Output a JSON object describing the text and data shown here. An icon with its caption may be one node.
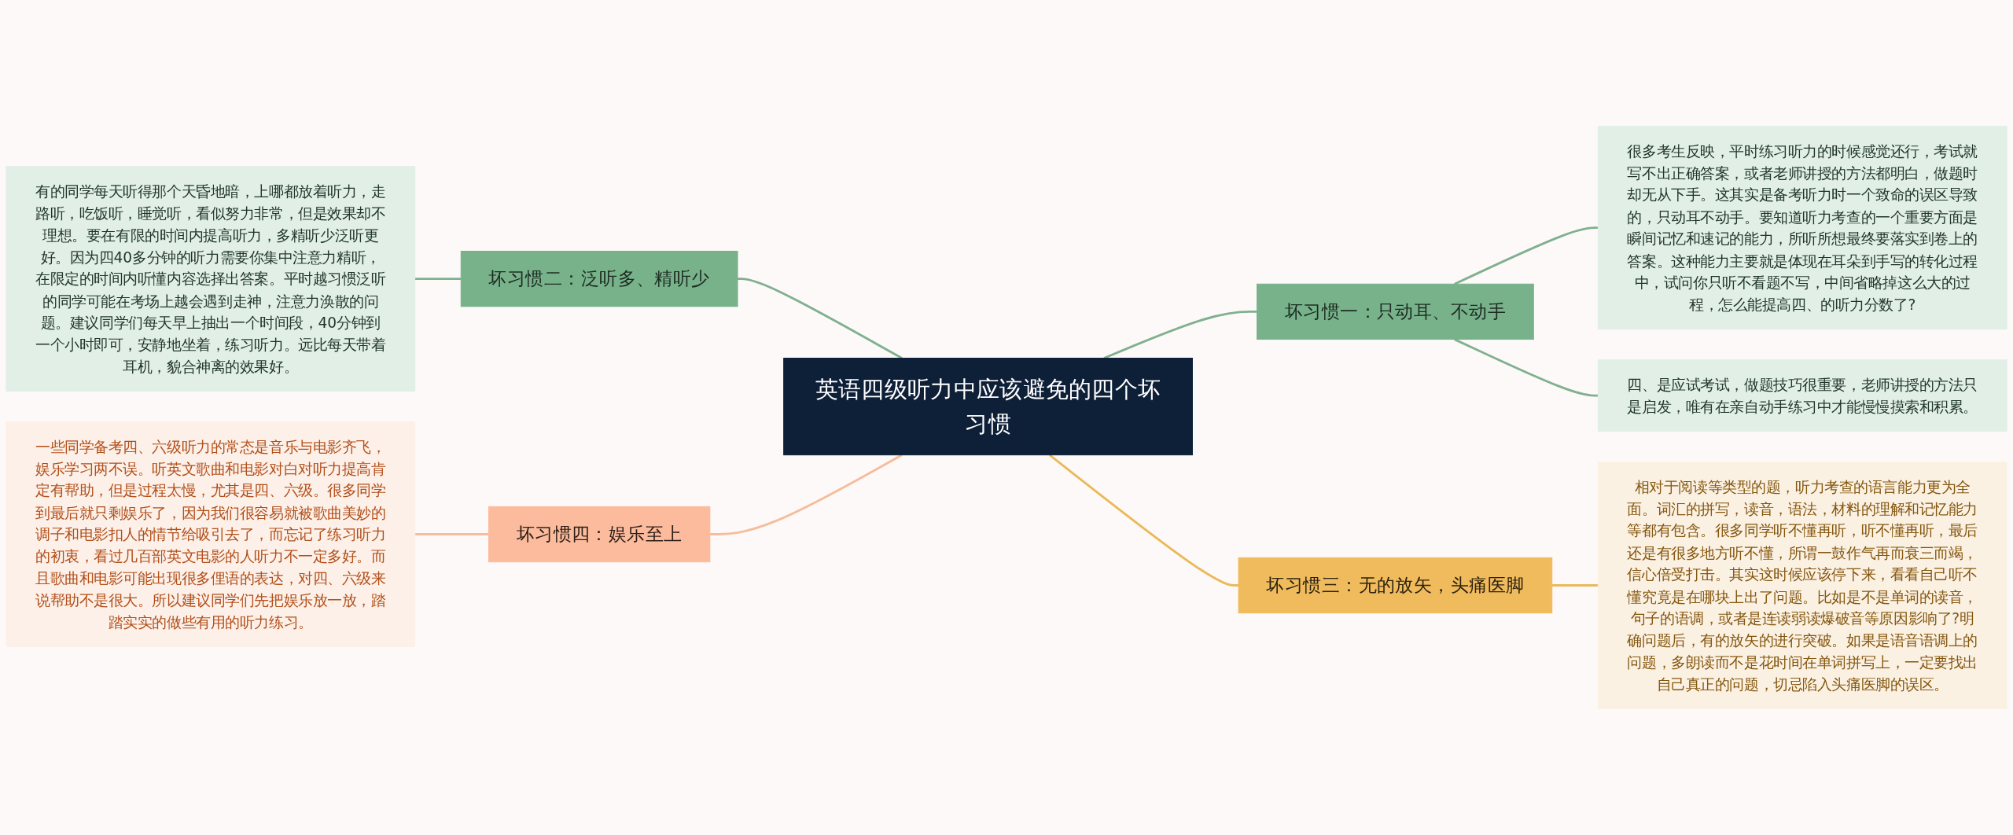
{
  "diagram": {
    "nodes": [
      {
        "text": [
          "英语四级听力中应该避免的四个坏习惯"
        ]
      },
      {
        "text": [
          "坏习惯二：泛听多、精听少"
        ]
      },
      {
        "text": [
          "有的同学每天听得那个天昏地暗，上哪都放着听力，走路听，吃饭听，睡觉听，看似努力非常，但是效果却不理想。要在有限的时间内提高听力，多精听少泛听更好。因为四40多分钟的听力需要你集中注意力精听，在限定的时间内听懂内容选择出答案。平时越习惯泛听的同学可能在考场上越会遇到走神，注意力涣散的问题。建议同学们每天早上抽出一个时间段，40分钟到一个小时即可，安静地坐着，练习听力。远比每天带着耳机，貌合神离的效果好。"
        ]
      },
      {
        "text": [
          "坏习惯四：娱乐至上"
        ]
      },
      {
        "text": [
          "一些同学备考四、六级听力的常态是音乐与电影齐飞，娱乐学习两不误。听英文歌曲和电影对白对听力提高肯定有帮助，但是过程太慢，尤其是四、六级。很多同学到最后就只剩娱乐了，因为我们很容易就被歌曲美妙的调子和电影扣人的情节给吸引去了，而忘记了练习听力的初衷，看过几百部英文电影的人听力不一定多好。而且歌曲和电影可能出现很多俚语的表达，对四、六级来说帮助不是很大。所以建议同学们先把娱乐放一放，踏踏实实的做些有用的听力练习。"
        ]
      },
      {
        "text": [
          "坏习惯一：只动耳、不动手"
        ]
      },
      {
        "text": [
          "很多考生反映，平时练习听力的时候感觉还行，考试就写不出正确答案，或者老师讲授的方法都明白，做题时却无从下手。这其实是备考听力时一个致命的误区导致的，只动耳不动手。要知道听力考查的一个重要方面是瞬间记忆和速记的能力，所听所想最终要落实到卷上的答案。这种能力主要就是体现在耳朵到手写的转化过程中，试问你只听不看题不写，中间省略掉这么大的过程，怎么能提高四、的听力分数了?"
        ]
      },
      {
        "text": [
          "四、是应试考试，做题技巧很重要，老师讲授的方法只是启发，唯有在亲自动手练习中才能慢慢摸索和积累。"
        ]
      },
      {
        "text": [
          "坏习惯三：无的放矢，头痛医脚"
        ]
      },
      {
        "text": [
          "相对于阅读等类型的题，听力考查的语言能力更为全面。词汇的拼写，读音，语法，材料的理解和记忆能力等都有包含。很多同学听不懂再听，听不懂再听，最后还是有很多地方听不懂，所谓一鼓作气再而衰三而竭，信心倍受打击。其实这时候应该停下来，看看自己听不懂究竟是在哪块上出了问题。比如是不是单词的读音，句子的语调，或者是连读弱读爆破音等原因影响了?明确问题后，有的放矢的进行突破。如果是语音语调上的问题，多朗读而不是花时间在单词拼写上，一定要找出自己真正的问题，切忌陷入头痛医脚的误区。"
        ]
      }
    ],
    "edges": [
      {
        "from": 0,
        "to": 1,
        "arrow": "none"
      },
      {
        "from": 1,
        "to": 2,
        "arrow": "none"
      },
      {
        "from": 0,
        "to": 3,
        "arrow": "none",
        "color": "#f5bd9c"
      },
      {
        "from": 3,
        "to": 4,
        "arrow": "none",
        "color": "#f5bd9c"
      },
      {
        "from": 0,
        "to": 5,
        "arrow": "none"
      },
      {
        "from": 5,
        "to": 6,
        "arrow": "none"
      },
      {
        "from": 5,
        "to": 7,
        "arrow": "none"
      },
      {
        "from": 0,
        "to": 8,
        "arrow": "none",
        "color": "#eab95a"
      },
      {
        "from": 8,
        "to": 9,
        "arrow": "none",
        "color": "#eab95a"
      }
    ]
  }
}
